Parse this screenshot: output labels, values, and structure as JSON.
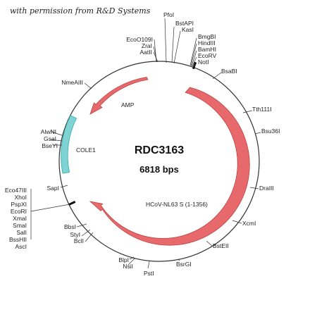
{
  "credit": "with permission from R&D Systems",
  "plasmid": {
    "name": "RDC3163",
    "size_label": "6818 bps"
  },
  "features": {
    "amp": "AMP",
    "cole1": "COLE1",
    "hcov": "HCoV-NL63 S (1-1356)"
  },
  "colors": {
    "arrow_red": "#e8696b",
    "cole1_teal": "#7fd3d3",
    "backbone": "#333333"
  },
  "sites": {
    "pfoi": "PfoI",
    "bstapi": "BstAPI",
    "kasi": "KasI",
    "bmgbi": "BmgBI",
    "hindiii": "HindIII",
    "bamhi": "BamHI",
    "ecorv": "EcoRV",
    "noti": "NotI",
    "ecoo109i": "EcoO109I",
    "zrai": "ZraI",
    "aatii": "AatII",
    "nmeaiii": "NmeAIII",
    "bsabi": "BsaBI",
    "tth111i": "Tth111I",
    "bsu36i": "Bsu36I",
    "alwni": "AlwNI",
    "gsai": "GsaI",
    "bseyi": "BseYI",
    "drai": "DraIII",
    "xcmi": "XcmI",
    "bstei": "BstEII",
    "bsrgi": "BsrGI",
    "psti": "PstI",
    "nsii": "NsiI",
    "blpi": "BlpI",
    "bcli": "BclI",
    "styi": "StyI",
    "bbsi": "BbsI",
    "sapi": "SapI",
    "eco47iii": "Eco47III",
    "xhoi": "XhoI",
    "pspxi": "PspXI",
    "ecori": "EcoRI",
    "xmai": "XmaI",
    "smai": "SmaI",
    "sali": "SalI",
    "bsshii": "BssHII",
    "asci": "AscI"
  }
}
